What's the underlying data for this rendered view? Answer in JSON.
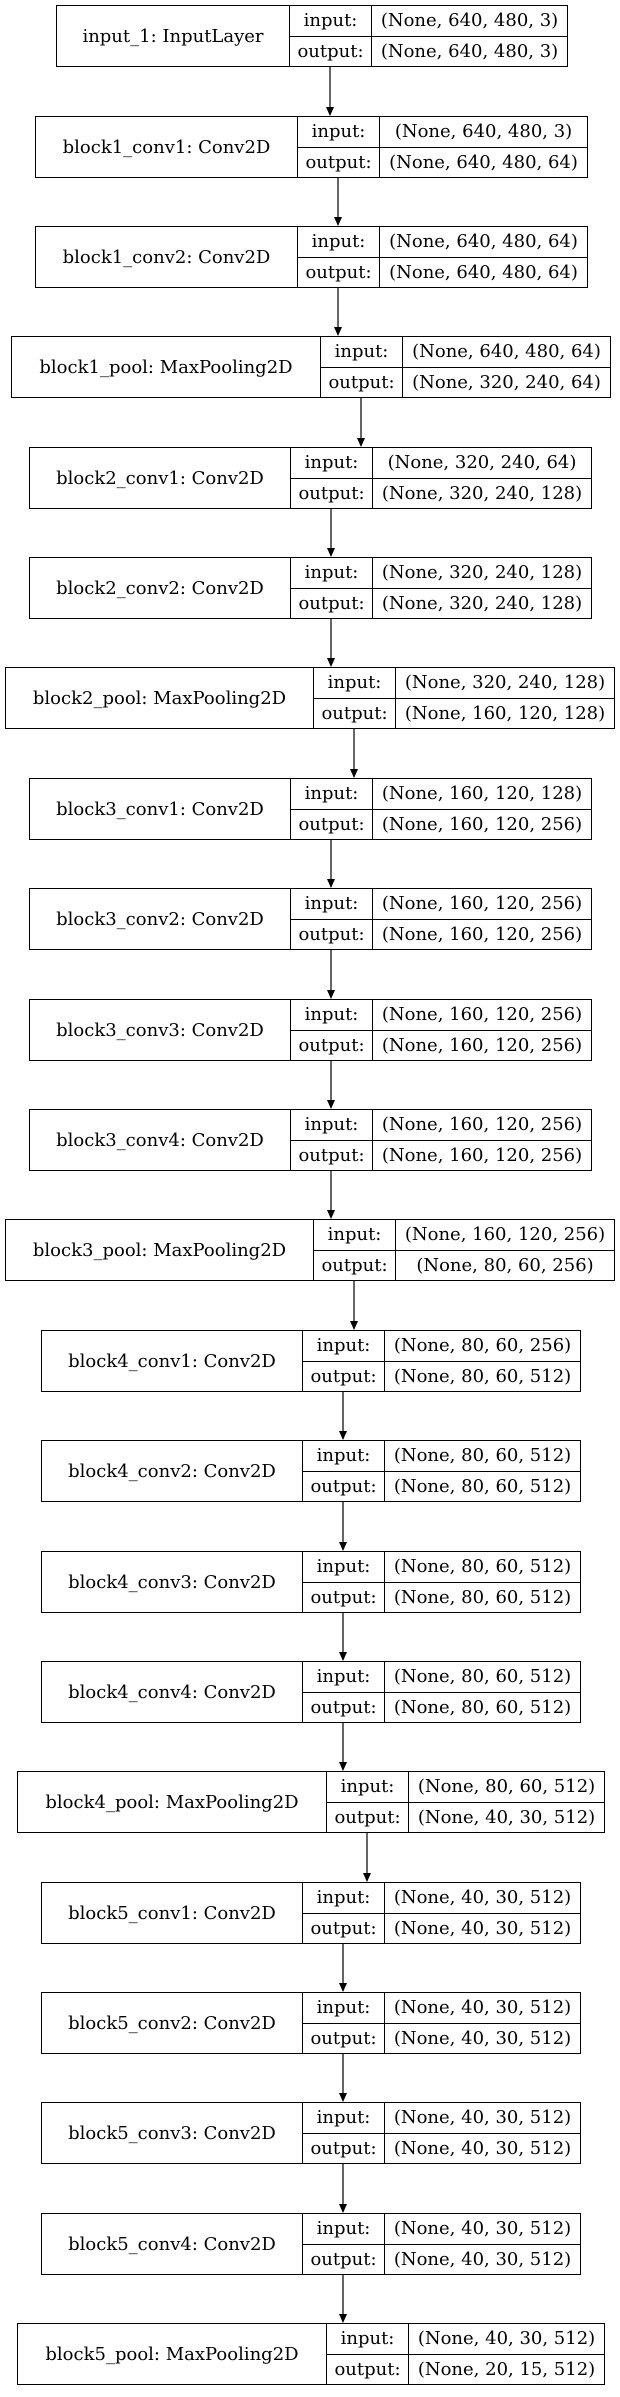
{
  "labels": {
    "input": "input:",
    "output": "output:"
  },
  "layers": [
    {
      "name": "input_1: InputLayer",
      "input": "(None, 640, 480, 3)",
      "output": "(None, 640, 480, 3)"
    },
    {
      "name": "block1_conv1: Conv2D",
      "input": "(None, 640, 480, 3)",
      "output": "(None, 640, 480, 64)"
    },
    {
      "name": "block1_conv2: Conv2D",
      "input": "(None, 640, 480, 64)",
      "output": "(None, 640, 480, 64)"
    },
    {
      "name": "block1_pool: MaxPooling2D",
      "input": "(None, 640, 480, 64)",
      "output": "(None, 320, 240, 64)"
    },
    {
      "name": "block2_conv1: Conv2D",
      "input": "(None, 320, 240, 64)",
      "output": "(None, 320, 240, 128)"
    },
    {
      "name": "block2_conv2: Conv2D",
      "input": "(None, 320, 240, 128)",
      "output": "(None, 320, 240, 128)"
    },
    {
      "name": "block2_pool: MaxPooling2D",
      "input": "(None, 320, 240, 128)",
      "output": "(None, 160, 120, 128)"
    },
    {
      "name": "block3_conv1: Conv2D",
      "input": "(None, 160, 120, 128)",
      "output": "(None, 160, 120, 256)"
    },
    {
      "name": "block3_conv2: Conv2D",
      "input": "(None, 160, 120, 256)",
      "output": "(None, 160, 120, 256)"
    },
    {
      "name": "block3_conv3: Conv2D",
      "input": "(None, 160, 120, 256)",
      "output": "(None, 160, 120, 256)"
    },
    {
      "name": "block3_conv4: Conv2D",
      "input": "(None, 160, 120, 256)",
      "output": "(None, 160, 120, 256)"
    },
    {
      "name": "block3_pool: MaxPooling2D",
      "input": "(None, 160, 120, 256)",
      "output": "(None, 80, 60, 256)"
    },
    {
      "name": "block4_conv1: Conv2D",
      "input": "(None, 80, 60, 256)",
      "output": "(None, 80, 60, 512)"
    },
    {
      "name": "block4_conv2: Conv2D",
      "input": "(None, 80, 60, 512)",
      "output": "(None, 80, 60, 512)"
    },
    {
      "name": "block4_conv3: Conv2D",
      "input": "(None, 80, 60, 512)",
      "output": "(None, 80, 60, 512)"
    },
    {
      "name": "block4_conv4: Conv2D",
      "input": "(None, 80, 60, 512)",
      "output": "(None, 80, 60, 512)"
    },
    {
      "name": "block4_pool: MaxPooling2D",
      "input": "(None, 80, 60, 512)",
      "output": "(None, 40, 30, 512)"
    },
    {
      "name": "block5_conv1: Conv2D",
      "input": "(None, 40, 30, 512)",
      "output": "(None, 40, 30, 512)"
    },
    {
      "name": "block5_conv2: Conv2D",
      "input": "(None, 40, 30, 512)",
      "output": "(None, 40, 30, 512)"
    },
    {
      "name": "block5_conv3: Conv2D",
      "input": "(None, 40, 30, 512)",
      "output": "(None, 40, 30, 512)"
    },
    {
      "name": "block5_conv4: Conv2D",
      "input": "(None, 40, 30, 512)",
      "output": "(None, 40, 30, 512)"
    },
    {
      "name": "block5_pool: MaxPooling2D",
      "input": "(None, 40, 30, 512)",
      "output": "(None, 20, 15, 512)"
    }
  ]
}
